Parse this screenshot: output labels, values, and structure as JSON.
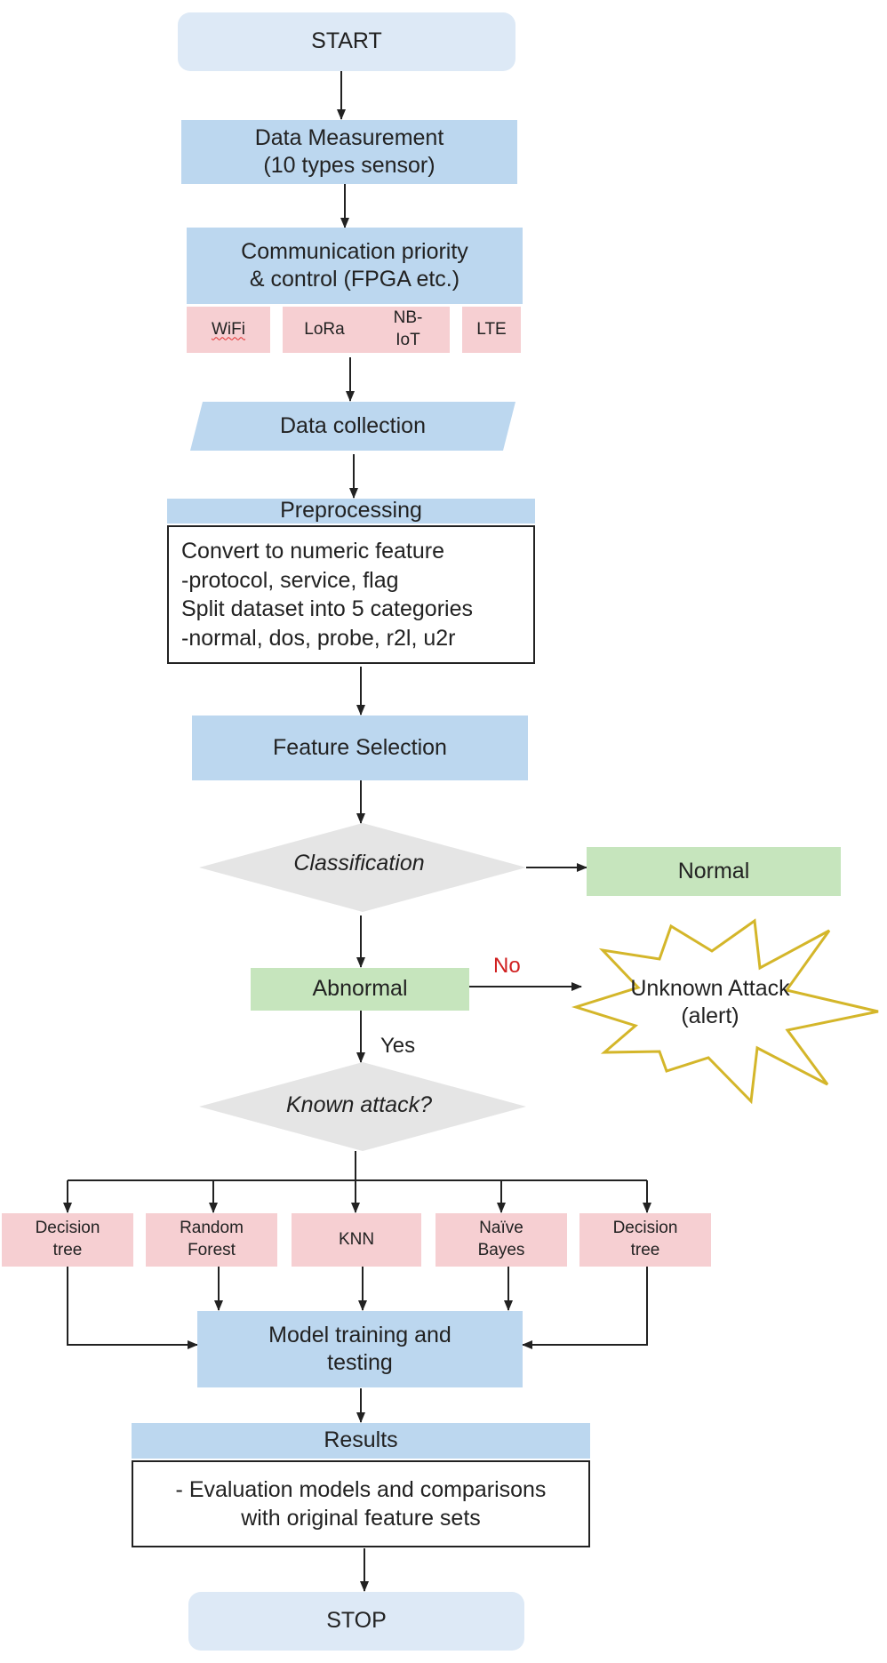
{
  "diagram": {
    "start": "START",
    "data_measurement": "Data Measurement\n(10 types sensor)",
    "communication": "Communication priority\n& control (FPGA etc.)",
    "protocols": {
      "wifi": "WiFi",
      "lora": "LoRa",
      "nbiot": "NB-\nIoT",
      "lte": "LTE"
    },
    "data_collection": "Data collection",
    "preprocessing": {
      "title": "Preprocessing",
      "body": "Convert to numeric feature\n-protocol, service, flag\nSplit dataset into 5 categories\n-normal, dos, probe, r2l, u2r"
    },
    "feature_selection": "Feature Selection",
    "classification": "Classification",
    "normal": "Normal",
    "abnormal": "Abnormal",
    "no_label": "No",
    "yes_label": "Yes",
    "unknown_attack": "Unknown Attack\n(alert)",
    "known_attack": "Known attack?",
    "models": {
      "decision_tree_1": "Decision\ntree",
      "random_forest": "Random\nForest",
      "knn": "KNN",
      "naive_bayes": "Naïve\nBayes",
      "decision_tree_2": "Decision\ntree"
    },
    "model_training": "Model training and\ntesting",
    "results": {
      "title": "Results",
      "body": "- Evaluation models and comparisons\nwith original feature sets"
    },
    "stop": "STOP"
  },
  "colors": {
    "terminal": "#dde9f6",
    "process": "#bcd7ef",
    "chip": "#f6cfd2",
    "green": "#c6e5bd",
    "decision": "#e5e5e5",
    "starburst_stroke": "#d4b62a",
    "no_label": "#d02020",
    "line": "#222222"
  }
}
